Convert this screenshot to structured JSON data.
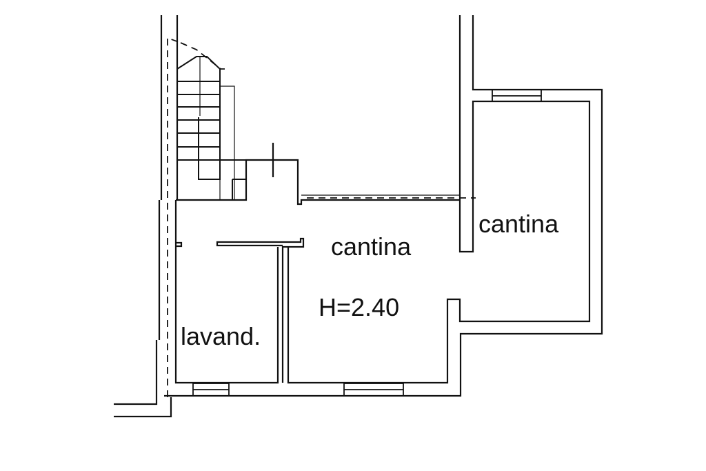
{
  "plan": {
    "rooms": [
      {
        "name": "cantina",
        "id": "main"
      },
      {
        "name": "cantina",
        "id": "right"
      },
      {
        "name": "lavand.",
        "id": "laundry"
      }
    ],
    "ceiling_height": "H=2.40"
  },
  "colors": {
    "line": "#111111",
    "background": "#ffffff"
  }
}
